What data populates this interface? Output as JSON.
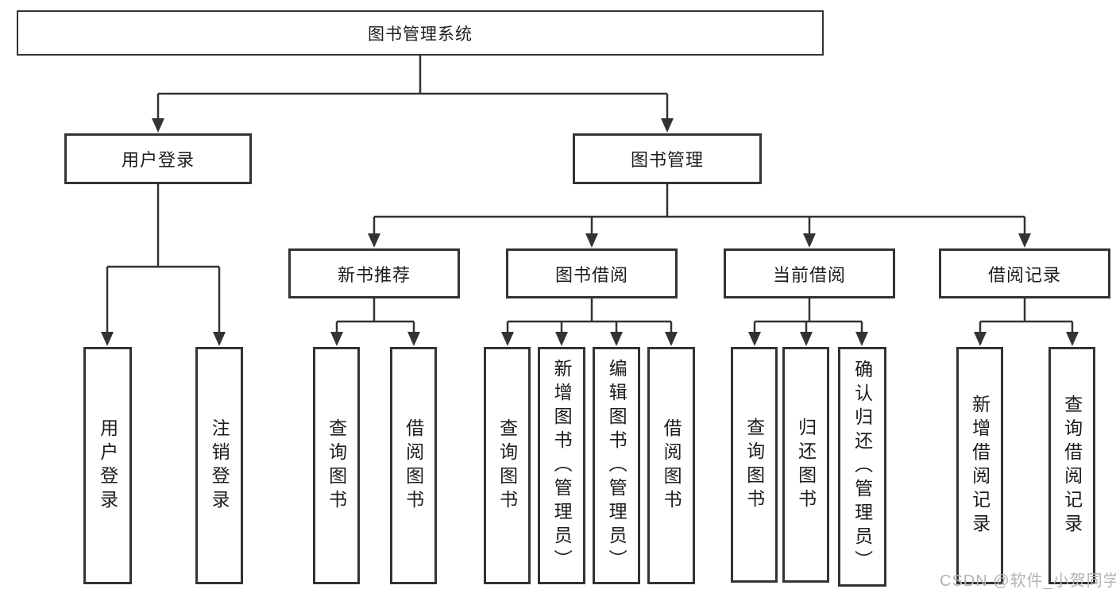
{
  "diagram": {
    "title": "图书管理系统",
    "type": "function-structure-tree",
    "root": {
      "label": "图书管理系统"
    },
    "branches": [
      {
        "label": "用户登录",
        "children": [
          {
            "label": "用户登录"
          },
          {
            "label": "注销登录"
          }
        ]
      },
      {
        "label": "图书管理",
        "children": [
          {
            "label": "新书推荐",
            "children": [
              {
                "label": "查询图书"
              },
              {
                "label": "借阅图书"
              }
            ]
          },
          {
            "label": "图书借阅",
            "children": [
              {
                "label": "查询图书"
              },
              {
                "label": "新增图书（管理员）"
              },
              {
                "label": "编辑图书（管理员）"
              },
              {
                "label": "借阅图书"
              }
            ]
          },
          {
            "label": "当前借阅",
            "children": [
              {
                "label": "查询图书"
              },
              {
                "label": "归还图书"
              },
              {
                "label": "确认归还（管理员）"
              }
            ]
          },
          {
            "label": "借阅记录",
            "children": [
              {
                "label": "新增借阅记录"
              },
              {
                "label": "查询借阅记录"
              }
            ]
          }
        ]
      }
    ],
    "colors": {
      "line": "#333333",
      "text": "#1c1c1c",
      "box_background": "#ffffff",
      "watermark": "#b3b3b3"
    }
  },
  "watermark": {
    "text": "CSDN @软件_小贺同学"
  }
}
